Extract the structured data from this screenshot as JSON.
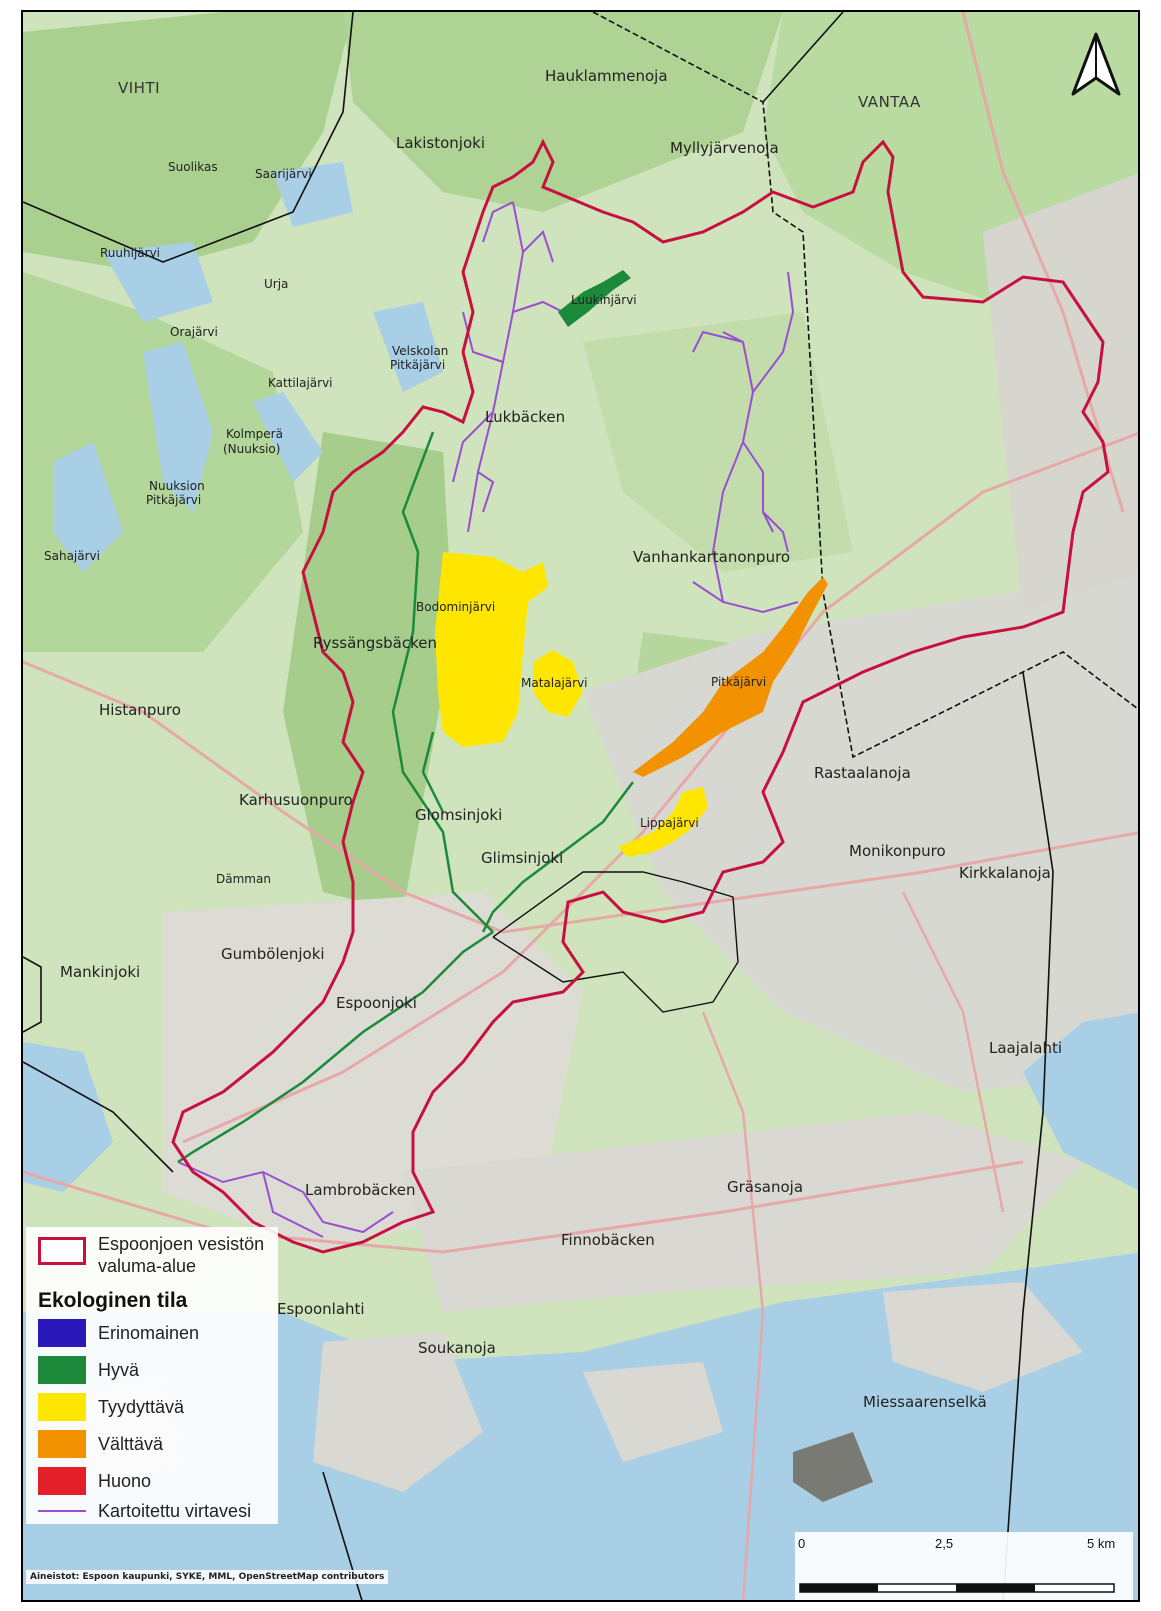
{
  "map": {
    "municipality_labels": [
      "VIHTI",
      "VANTAA"
    ],
    "place_labels": {
      "hauklammenoja": "Hauklammenoja",
      "lakistonjoki": "Lakistonjoki",
      "myllyjarvenoja": "Myllyjärvenoja",
      "suolikas": "Suolikas",
      "saarijarvi": "Saarijärvi",
      "ruuhijarvi": "Ruuhijärvi",
      "urja": "Urja",
      "luukinjarvi": "Luukinjärvi",
      "orajarvi": "Orajärvi",
      "velskolan": "Velskolan",
      "pitkajarvi_v": "Pitkäjärvi",
      "kattilajarvi": "Kattilajärvi",
      "lukbacken": "Lukbäcken",
      "kolmpera": "Kolmperä",
      "nuuksio": "(Nuuksio)",
      "nuuksion": "Nuuksion",
      "pitkajarvi_n": "Pitkäjärvi",
      "sahajarvi": "Sahajärvi",
      "vanhankartanonpuro": "Vanhankartanonpuro",
      "bodominjarvi": "Bodominjärvi",
      "ryssangsbacken": "Ryssängsbäcken",
      "matalajarvi": "Matalajärvi",
      "pitkajarvi": "Pitkäjärvi",
      "histanpuro": "Histanpuro",
      "rastaalanoja": "Rastaalanoja",
      "karhusuonpuro": "Karhusuonpuro",
      "glomsinjoki": "Glomsinjoki",
      "lippajarvi": "Lippajärvi",
      "glimsinjoki": "Glimsinjoki",
      "monikonpuro": "Monikonpuro",
      "kirkkalanoja": "Kirkkalanoja",
      "damman": "Dämman",
      "gumbolenjoki": "Gumbölenjoki",
      "mankinjoki": "Mankinjoki",
      "espoonjoki": "Espoonjoki",
      "laajalahti": "Laajalahti",
      "grasanoja": "Gräsanoja",
      "lambrobacken": "Lambrobäcken",
      "finnobacken": "Finnobäcken",
      "espoonlahti": "Espoonlahti",
      "soukanoja": "Soukanoja",
      "miessaarenselka": "Miessaarenselkä"
    },
    "colors": {
      "watershed": "#c8103e",
      "erinomainen": "#2a18b8",
      "hyva": "#1c8a3a",
      "tyydyttava": "#ffe600",
      "valttava": "#f39200",
      "huono": "#e3202a",
      "kartoitettu": "#9a4fd0"
    }
  },
  "legend": {
    "watershed_line1": "Espoonjoen vesistön",
    "watershed_line2": "valuma-alue",
    "title": "Ekologinen tila",
    "items": [
      "Erinomainen",
      "Hyvä",
      "Tyydyttävä",
      "Välttävä",
      "Huono",
      "Kartoitettu virtavesi"
    ]
  },
  "scalebar": {
    "ticks": [
      "0",
      "2,5",
      "5 km"
    ]
  },
  "credits": "Aineistot: Espoon kaupunki, SYKE, MML, OpenStreetMap contributors"
}
